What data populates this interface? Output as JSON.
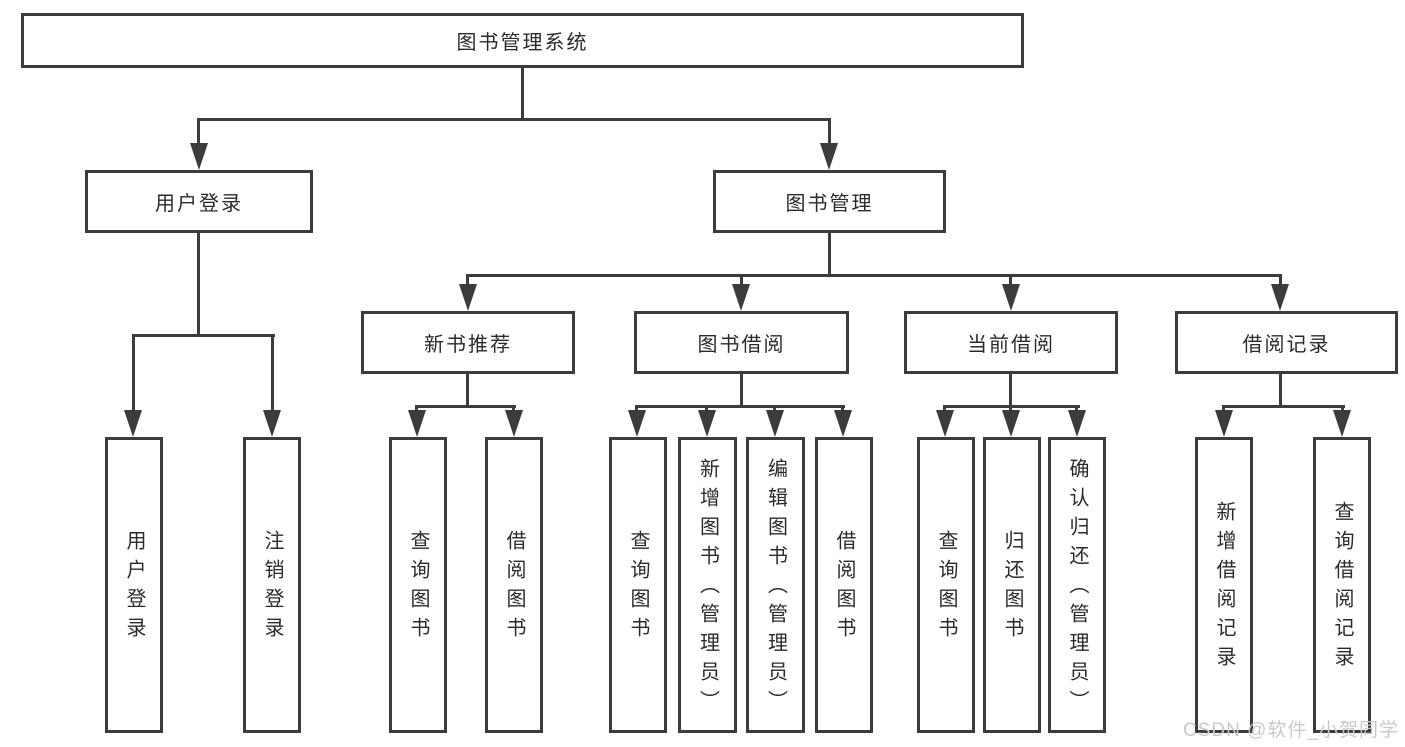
{
  "tree": {
    "label": "图书管理系统",
    "children": [
      {
        "label": "用户登录",
        "children": [
          {
            "label": "用户登录"
          },
          {
            "label": "注销登录"
          }
        ]
      },
      {
        "label": "图书管理",
        "children": [
          {
            "label": "新书推荐",
            "children": [
              {
                "label": "查询图书"
              },
              {
                "label": "借阅图书"
              }
            ]
          },
          {
            "label": "图书借阅",
            "children": [
              {
                "label": "查询图书"
              },
              {
                "label": "新增图书（管理员）"
              },
              {
                "label": "编辑图书（管理员）"
              },
              {
                "label": "借阅图书"
              }
            ]
          },
          {
            "label": "当前借阅",
            "children": [
              {
                "label": "查询图书"
              },
              {
                "label": "归还图书"
              },
              {
                "label": "确认归还（管理员）"
              }
            ]
          },
          {
            "label": "借阅记录",
            "children": [
              {
                "label": "新增借阅记录"
              },
              {
                "label": "查询借阅记录"
              }
            ]
          }
        ]
      }
    ]
  },
  "watermark": {
    "text": "CSDN @软件_小贺同学"
  },
  "colors": {
    "line": "#3c3c3c",
    "box_background": "#ffffff",
    "text": "#2b2b2b",
    "watermark": "#c9c9c9",
    "canvas": "#ffffff"
  }
}
